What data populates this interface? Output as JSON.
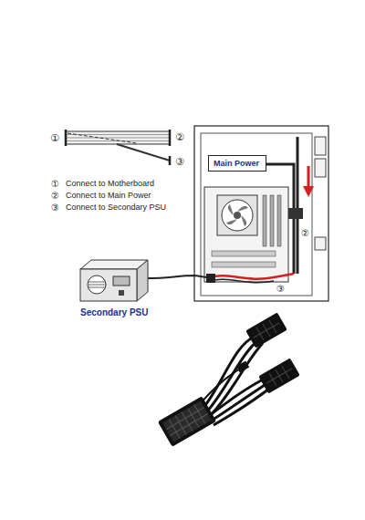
{
  "diagram": {
    "nodes": [
      {
        "text": [
          "Main Power"
        ]
      },
      {
        "text": [
          "Secondary PSU"
        ]
      }
    ],
    "labels": [
      "①",
      "②",
      "③",
      "①",
      "Connect to Motherboard",
      "②",
      "Connect to Main Power",
      "③",
      "Connect to Secondary PSU",
      "②",
      "③"
    ]
  }
}
